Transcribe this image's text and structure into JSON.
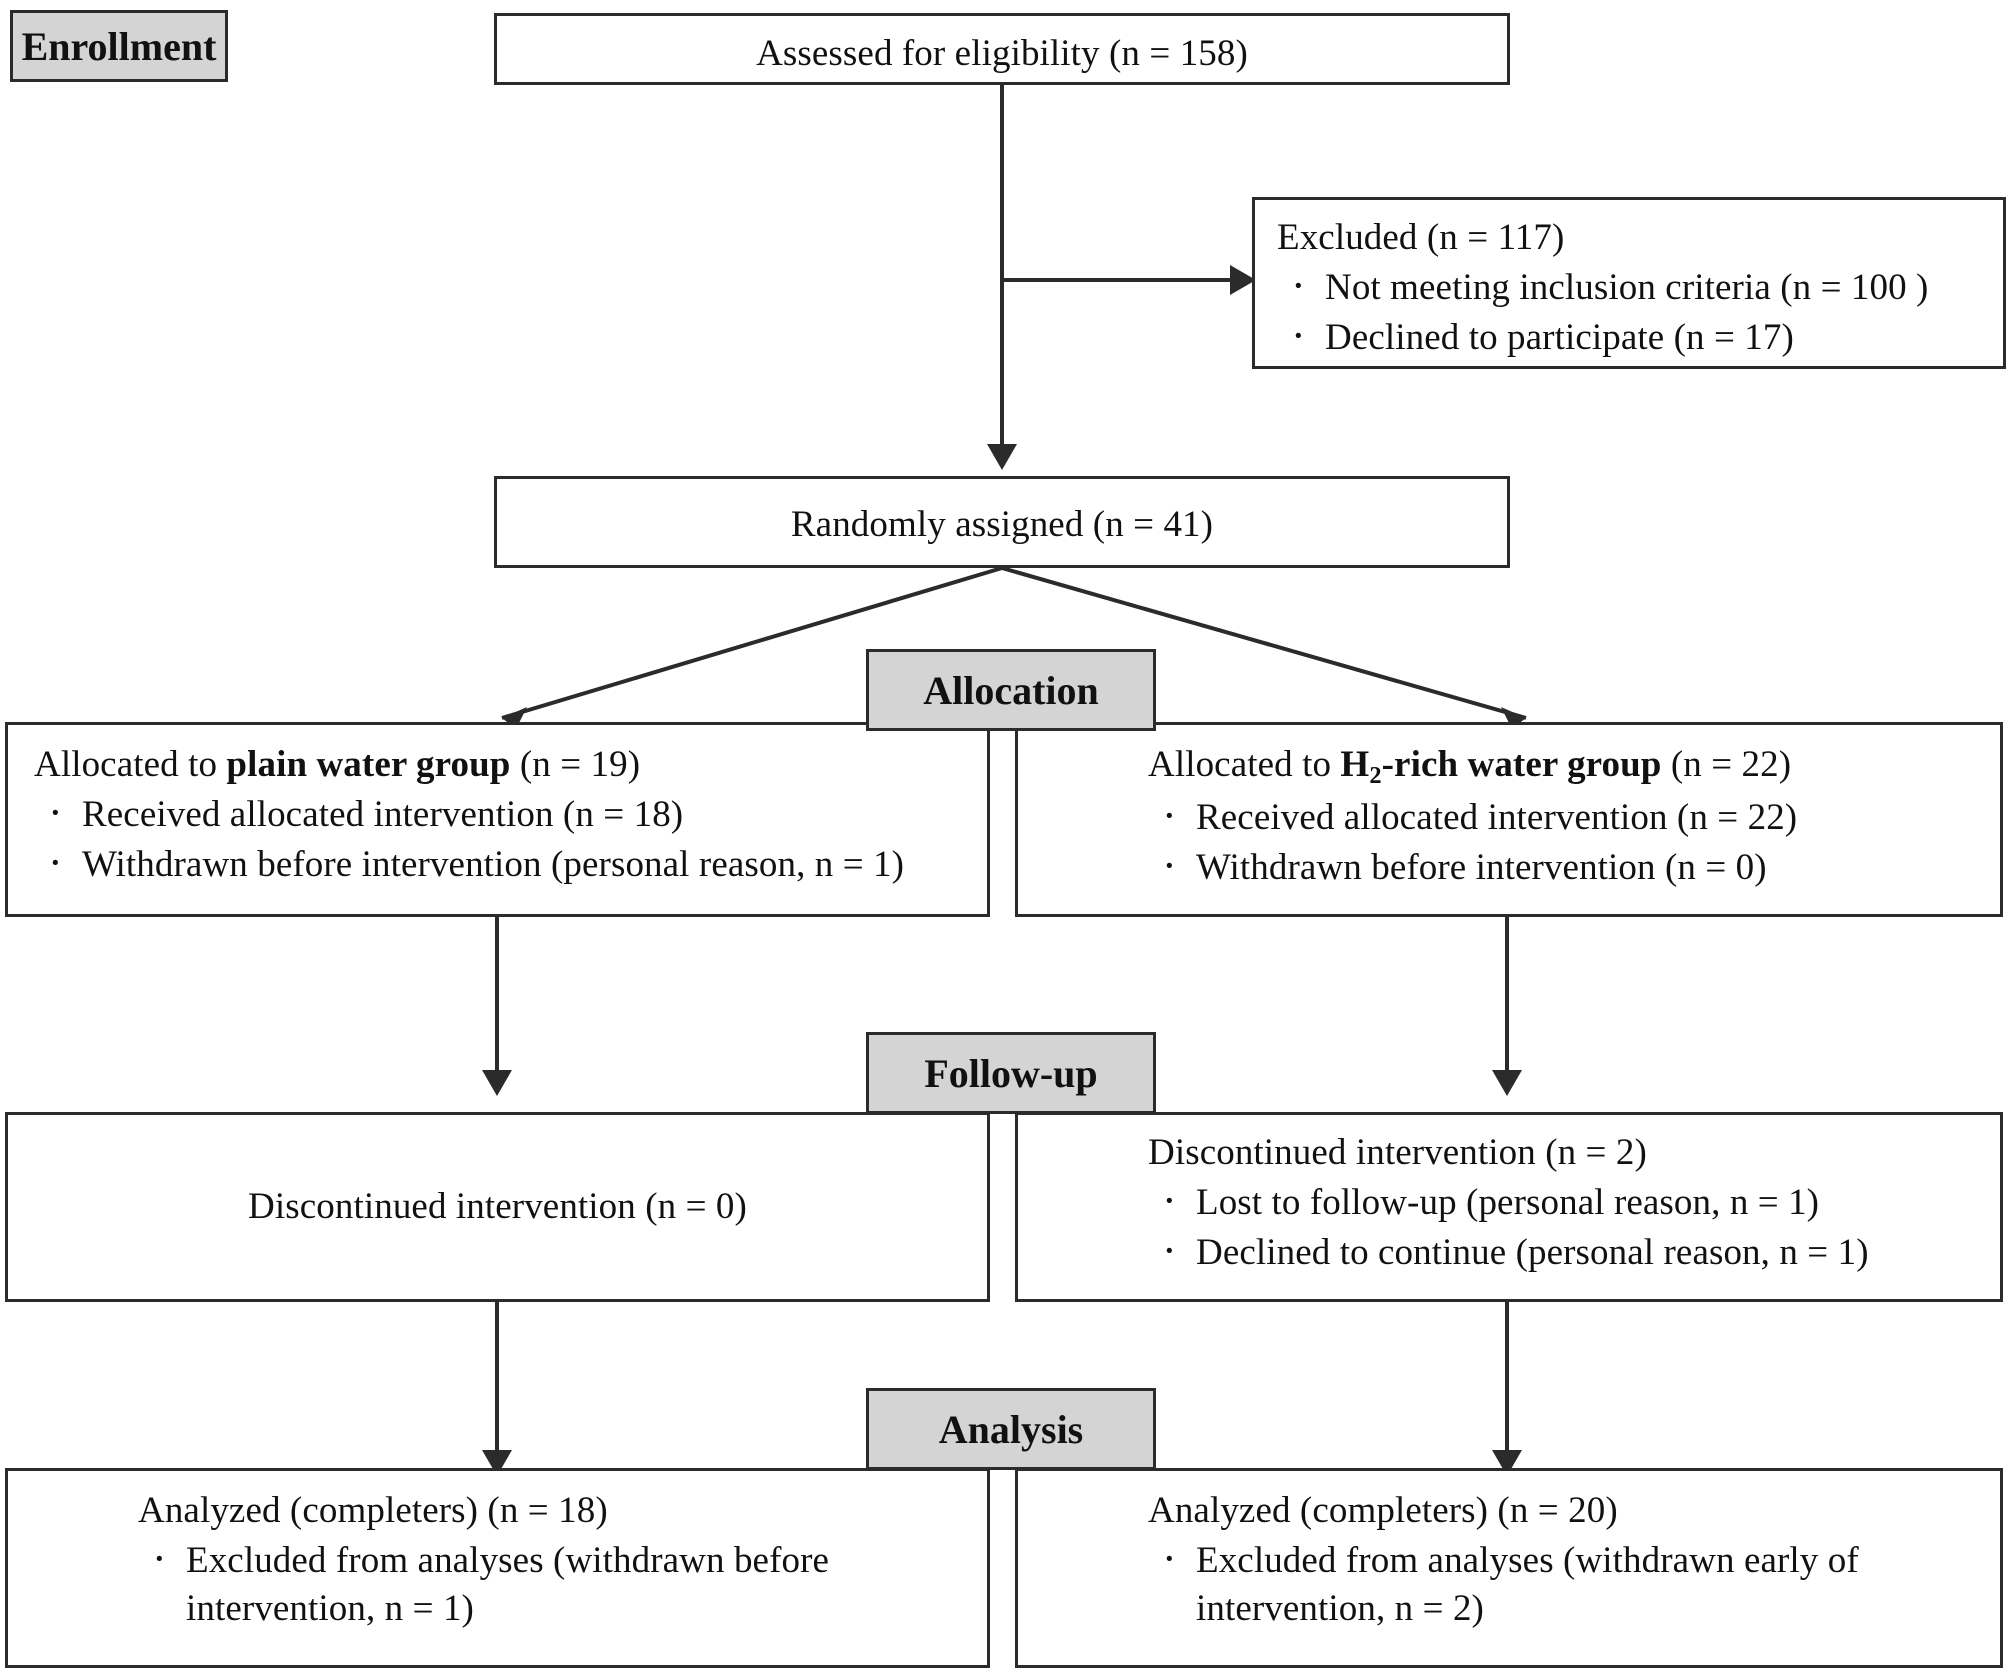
{
  "diagram": {
    "type": "consort-flow-diagram",
    "title": "CONSORT participant flow diagram",
    "colors": {
      "stage_label_fill": "#d4d4d4",
      "box_fill": "#ffffff",
      "border": "#2b2b2b",
      "text": "#111111"
    }
  },
  "stages": [
    {
      "id": "enrollment",
      "label": "Enrollment"
    },
    {
      "id": "allocation",
      "label": "Allocation"
    },
    {
      "id": "followup",
      "label": "Follow-up"
    },
    {
      "id": "analysis",
      "label": "Analysis"
    }
  ],
  "nodes": {
    "assessed": {
      "text": "Assessed for eligibility (n = 158)",
      "n": 158
    },
    "excluded": {
      "heading": "Excluded (n = 117)",
      "n": 117,
      "bullets": [
        "Not meeting inclusion criteria (n = 100 )",
        "Declined to participate (n = 17)"
      ]
    },
    "randomized": {
      "text": "Randomly assigned (n = 41)",
      "n": 41
    },
    "alloc_left": {
      "heading_prefix": "Allocated to ",
      "heading_bold": "plain water group",
      "heading_suffix": " (n = 19)",
      "n": 19,
      "bullets": [
        "Received allocated intervention (n = 18)",
        "Withdrawn before intervention (personal reason, n = 1)"
      ]
    },
    "alloc_right": {
      "heading_prefix": "Allocated to ",
      "heading_bold_pre": "H",
      "heading_bold_sub": "2",
      "heading_bold_post": "-rich water group",
      "heading_suffix": " (n = 22)",
      "n": 22,
      "bullets": [
        "Received allocated intervention (n = 22)",
        "Withdrawn before intervention (n = 0)"
      ]
    },
    "follow_left": {
      "text": "Discontinued intervention (n = 0)",
      "n": 0
    },
    "follow_right": {
      "heading": "Discontinued intervention (n = 2)",
      "n": 2,
      "bullets": [
        "Lost to follow-up (personal reason, n = 1)",
        "Declined to continue (personal reason, n = 1)"
      ]
    },
    "analysis_left": {
      "heading": "Analyzed (completers) (n = 18)",
      "n": 18,
      "bullets": [
        "Excluded from analyses (withdrawn before intervention, n = 1)"
      ]
    },
    "analysis_right": {
      "heading": "Analyzed (completers) (n = 20)",
      "n": 20,
      "bullets": [
        "Excluded from analyses (withdrawn early of intervention, n = 2)"
      ]
    }
  }
}
